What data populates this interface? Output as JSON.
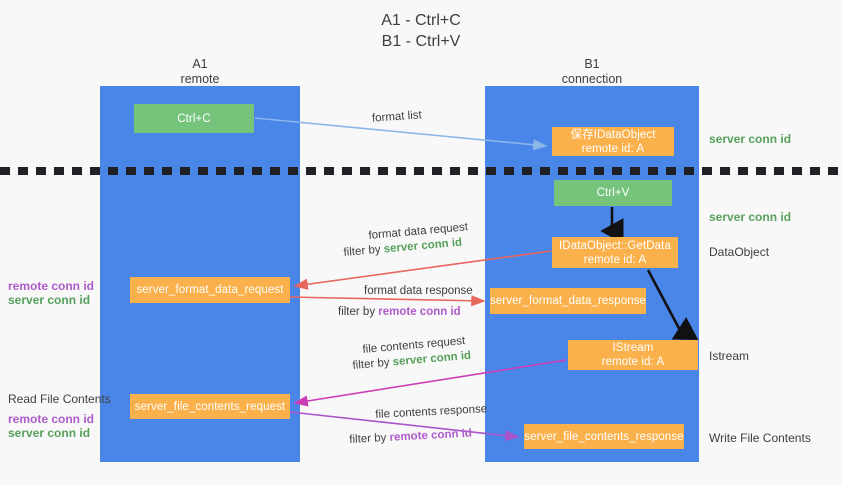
{
  "title": "A1 - Ctrl+C\nB1 - Ctrl+V",
  "colors": {
    "lane": "#4a86e8",
    "green_box": "#76c47c",
    "orange_box": "#fbb14b",
    "green_text": "#57a05c",
    "purple_text": "#b05ccc",
    "blue_arrow": "#8ab6e8",
    "red_arrow": "#e8665c",
    "magenta_arrow": "#cc3db5",
    "purple_arrow": "#a855c9",
    "black_arrow": "#111111",
    "divider": "#202124",
    "background": "#f8f8f8"
  },
  "lanes": [
    {
      "name": "a1",
      "title": "A1\nremote"
    },
    {
      "name": "b1",
      "title": "B1\nconnection"
    }
  ],
  "boxes": {
    "ctrl_c": "Ctrl+C",
    "ctrl_v": "Ctrl+V",
    "save_idataobject": "保存IDataObject\nremote id: A",
    "getdata": "IDataObject::GetData\nremote id: A",
    "format_data_request": "server_format_data_request",
    "format_data_response": "server_format_data_response",
    "istream": "IStream\nremote id: A",
    "file_contents_request": "server_file_contents_request",
    "file_contents_response": "server_file_contents_response"
  },
  "right_labels": {
    "server_conn_id_1": "server conn id",
    "server_conn_id_2": "server conn id",
    "dataobject": "DataObject",
    "istream": "Istream",
    "write_file_contents": "Write File Contents"
  },
  "left_labels": {
    "remote_conn_id_1": "remote conn id",
    "server_conn_id_1": "server conn id",
    "read_file_contents": "Read File Contents",
    "remote_conn_id_2": "remote conn id",
    "server_conn_id_2": "server conn id"
  },
  "flow_labels": {
    "format_list": "format list",
    "format_data_request": "format data request",
    "format_data_request_filter_prefix": "filter by ",
    "format_data_request_filter_value": "server conn id",
    "format_data_response": "format data response",
    "format_data_response_filter_prefix": "filter by ",
    "format_data_response_filter_value": "remote conn id",
    "file_contents_request": "file contents request",
    "file_contents_request_filter_prefix": "filter by ",
    "file_contents_request_filter_value": "server conn id",
    "file_contents_response": "file contents response",
    "file_contents_response_filter_prefix": "filter by ",
    "file_contents_response_filter_value": "remote conn id"
  }
}
